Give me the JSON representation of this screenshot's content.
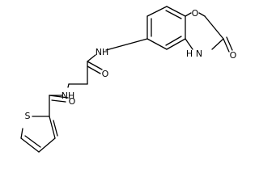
{
  "molecule": {
    "labels": {
      "o_ring": "O",
      "nh_amide_top": "NH",
      "nh_lactam": "H",
      "n_lactam": "N",
      "o_lactam": "O",
      "o_glycine": "O",
      "nh_mid": "NH",
      "o_thiophene_amide": "O",
      "s_thiophene": "S"
    },
    "colors": {
      "bond": "#000000",
      "text": "#000000",
      "background": "#ffffff"
    }
  }
}
